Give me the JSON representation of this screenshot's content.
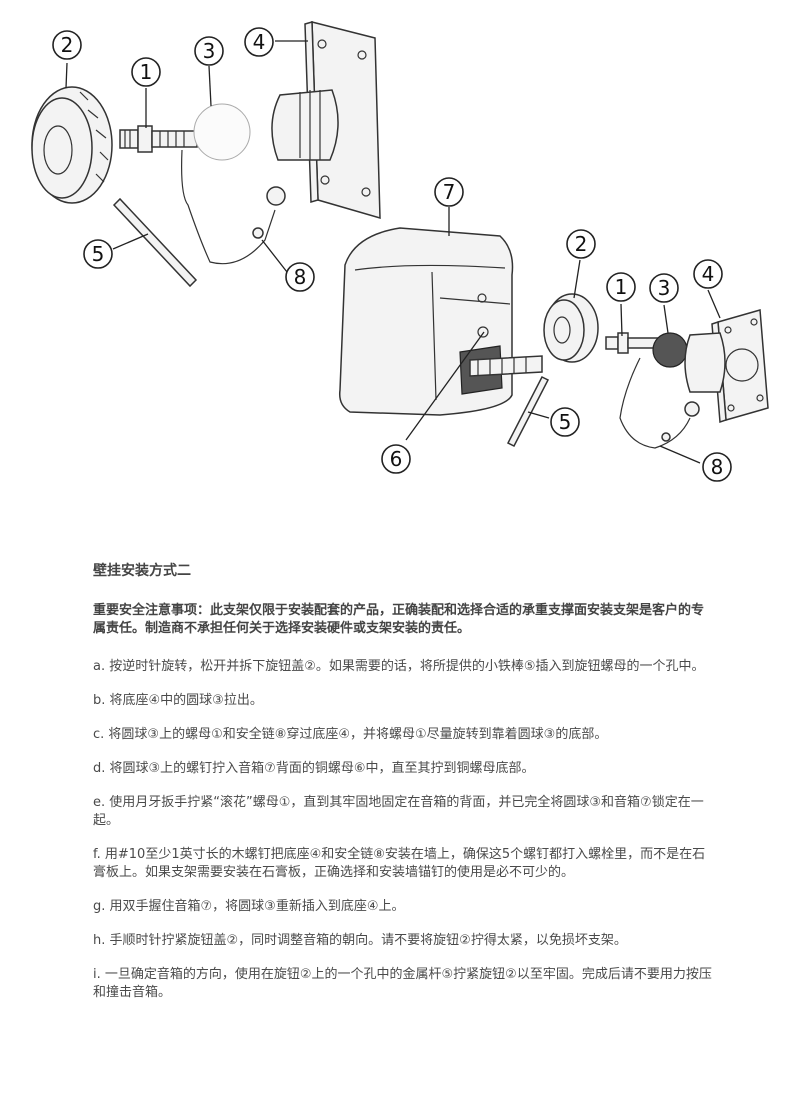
{
  "diagram": {
    "callouts": [
      "1",
      "2",
      "3",
      "4",
      "5",
      "6",
      "7",
      "8"
    ]
  },
  "content": {
    "title": "壁挂安装方式二",
    "warning": "重要安全注意事项：此支架仅限于安装配套的产品，正确装配和选择合适的承重支撑面安装支架是客户的专属责任。制造商不承担任何关于选择安装硬件或支架安装的责任。",
    "steps": [
      "a. 按逆时针旋转，松开并拆下旋钮盖②。如果需要的话，将所提供的小铁棒⑤插入到旋钮螺母的一个孔中。",
      "b. 将底座④中的圆球③拉出。",
      "c. 将圆球③上的螺母①和安全链⑧穿过底座④，并将螺母①尽量旋转到靠着圆球③的底部。",
      "d. 将圆球③上的螺钉拧入音箱⑦背面的铜螺母⑥中，直至其拧到铜螺母底部。",
      "e. 使用月牙扳手拧紧“滚花”螺母①，直到其牢固地固定在音箱的背面，并已完全将圆球③和音箱⑦锁定在一起。",
      "f. 用#10至少1英寸长的木螺钉把底座④和安全链⑧安装在墙上，确保这5个螺钉都打入螺栓里，而不是在石膏板上。如果支架需要安装在石膏板，正确选择和安装墙锚钉的使用是必不可少的。",
      "g. 用双手握住音箱⑦，将圆球③重新插入到底座④上。",
      "h. 手顺时针拧紧旋钮盖②，同时调整音箱的朝向。请不要将旋钮②拧得太紧，以免损坏支架。",
      "i. 一旦确定音箱的方向，使用在旋钮②上的一个孔中的金属杆⑤拧紧旋钮②以至牢固。完成后请不要用力按压和撞击音箱。"
    ]
  }
}
